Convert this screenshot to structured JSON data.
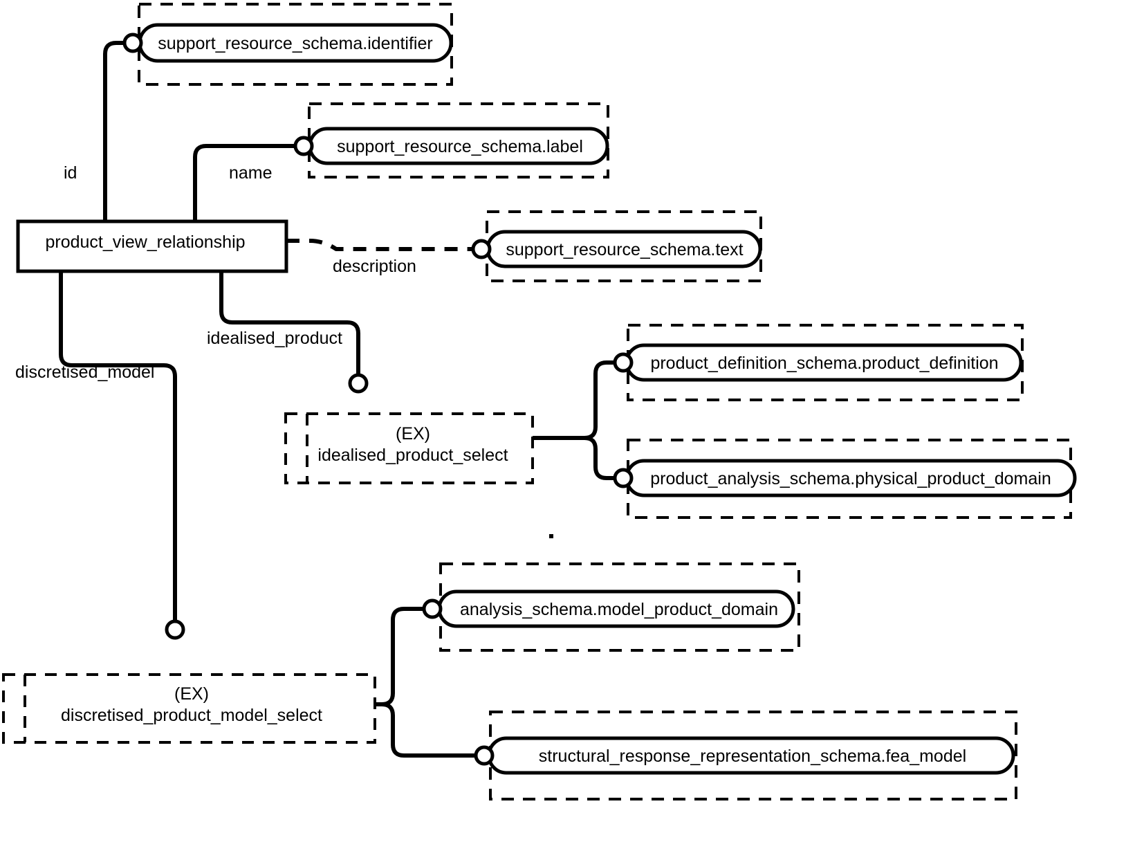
{
  "diagram": {
    "type": "EXPRESS-G entity-relationship diagram",
    "root_entity": {
      "name": "product_view_relationship",
      "kind": "entity"
    },
    "select_types": [
      {
        "id": "idealised_product_select",
        "prefix": "(EX)",
        "name": "idealised_product_select",
        "options": [
          "product_definition_schema.product_definition",
          "product_analysis_schema.physical_product_domain"
        ]
      },
      {
        "id": "discretised_product_model_select",
        "prefix": "(EX)",
        "name": "discretised_product_model_select",
        "options": [
          "analysis_schema.model_product_domain",
          "structural_response_representation_schema.fea_model"
        ]
      }
    ],
    "referenced_types": [
      {
        "id": "support-resource-schema-identifier",
        "name": "support_resource_schema.identifier"
      },
      {
        "id": "support-resource-schema-label",
        "name": "support_resource_schema.label"
      },
      {
        "id": "support-resource-schema-text",
        "name": "support_resource_schema.text"
      },
      {
        "id": "product-definition-schema-product-definition",
        "name": "product_definition_schema.product_definition"
      },
      {
        "id": "product-analysis-schema-physical-product-domain",
        "name": "product_analysis_schema.physical_product_domain"
      },
      {
        "id": "analysis-schema-model-product-domain",
        "name": "analysis_schema.model_product_domain"
      },
      {
        "id": "structural-response-representation-schema-fea-model",
        "name": "structural_response_representation_schema.fea_model"
      }
    ],
    "attribute_labels": {
      "id": "id",
      "name": "name",
      "description": "description",
      "idealised_product": "idealised_product",
      "discretised_model": "discretised_model"
    },
    "colors": {
      "stroke": "#000000",
      "background": "#ffffff"
    }
  }
}
